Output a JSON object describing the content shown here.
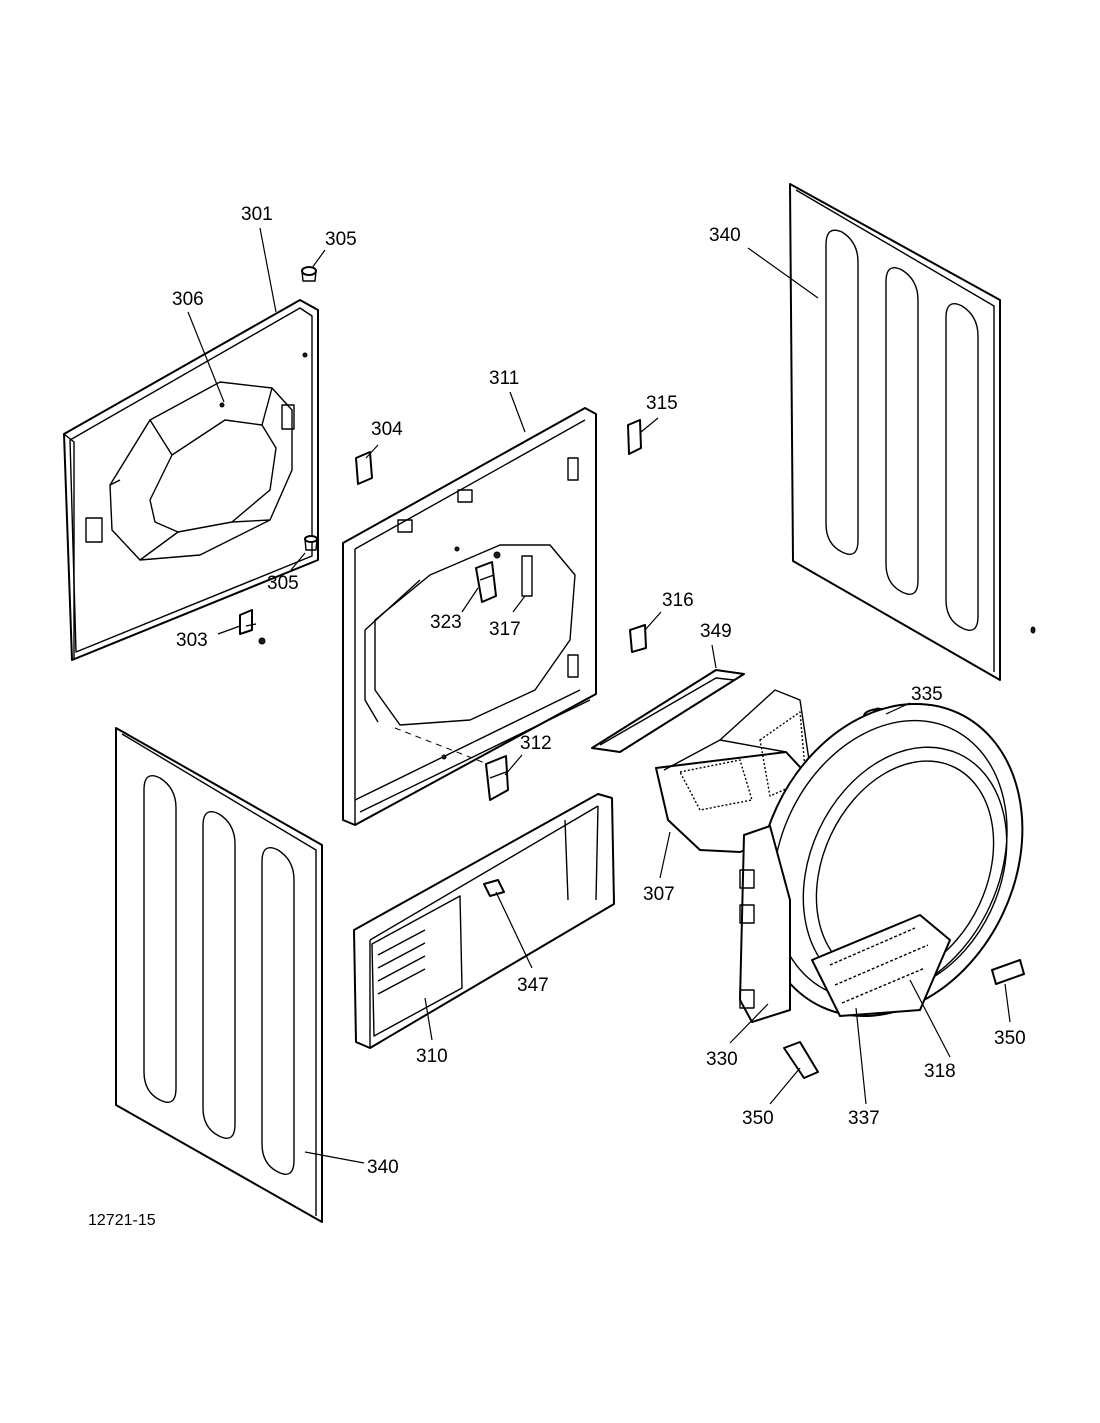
{
  "drawing_number": "12721-15",
  "callouts": {
    "c301": "301",
    "c305a": "305",
    "c306": "306",
    "c305b": "305",
    "c303": "303",
    "c304": "304",
    "c311": "311",
    "c315": "315",
    "c323": "323",
    "c317": "317",
    "c316": "316",
    "c349": "349",
    "c340a": "340",
    "c335": "335",
    "c312": "312",
    "c307": "307",
    "c347": "347",
    "c310": "310",
    "c330": "330",
    "c350a": "350",
    "c318": "318",
    "c350b": "350",
    "c337": "337",
    "c340b": "340"
  }
}
